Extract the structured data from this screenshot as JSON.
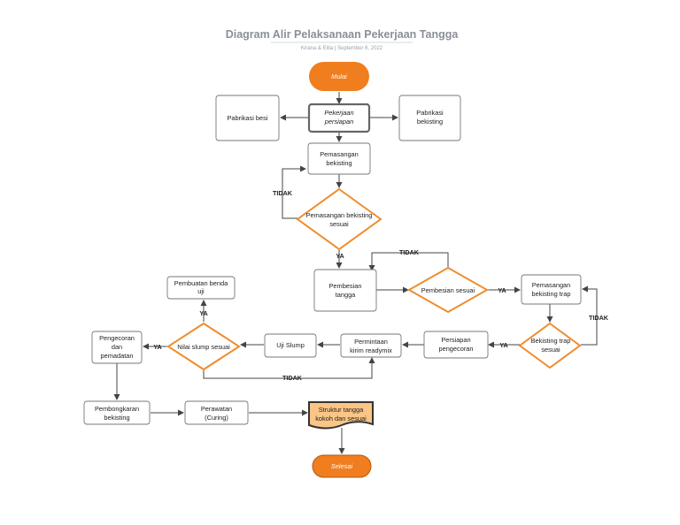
{
  "title": "Diagram Alir Pelaksanaan Pekerjaan Tangga",
  "subtitle": "Kirana & Elita  |  September 6, 2022",
  "colors": {
    "terminal": "#f07d1e",
    "decision_border": "#ef8d2d",
    "document": "#fbc586",
    "title": "#8a8f99"
  },
  "nodes": {
    "mulai": "Mulai",
    "fab_besi": "Pabrikasi besi",
    "persiapan": [
      "Pekerjaan",
      "persiapan"
    ],
    "fab_bekisting": [
      "Pabrikasi",
      "bekisting"
    ],
    "pasang_bekisting": [
      "Pemasangan",
      "bekisting"
    ],
    "cek_bekisting": [
      "Pemasangan bekisting",
      "sesuai"
    ],
    "pembesian": [
      "Pembesian",
      "tangga"
    ],
    "cek_pembesian": "Pembesian sesuai",
    "bekisting_trap": [
      "Pemasangan",
      "bekisting trap"
    ],
    "cek_trap": [
      "Bekisting trap",
      "sesuai"
    ],
    "persiapan_cor": [
      "Persiapan",
      "pengecoran"
    ],
    "readymix": [
      "Permintaan",
      "kirim readymix"
    ],
    "uji_slump": "Uji Slump",
    "cek_slump": "Nilai slump sesuai",
    "benda_uji": [
      "Pembuatan benda",
      "uji"
    ],
    "pengecoran": [
      "Pengecoran",
      "dan",
      "pemadatan"
    ],
    "bongkar": [
      "Pembongkaran",
      "bekisting"
    ],
    "perawatan": [
      "Perawatan",
      "(Curing)"
    ],
    "struktur": [
      "Struktur tangga",
      "kokoh dan sesuai"
    ],
    "selesai": "Selesai"
  },
  "edges": {
    "tidak_1": "TIDAK",
    "ya_1": "YA",
    "tidak_2": "TIDAK",
    "ya_2": "YA",
    "tidak_3": "TIDAK",
    "ya_3": "YA",
    "ya_4": "YA",
    "ya_5": "YA",
    "tidak_4": "TIDAK"
  }
}
